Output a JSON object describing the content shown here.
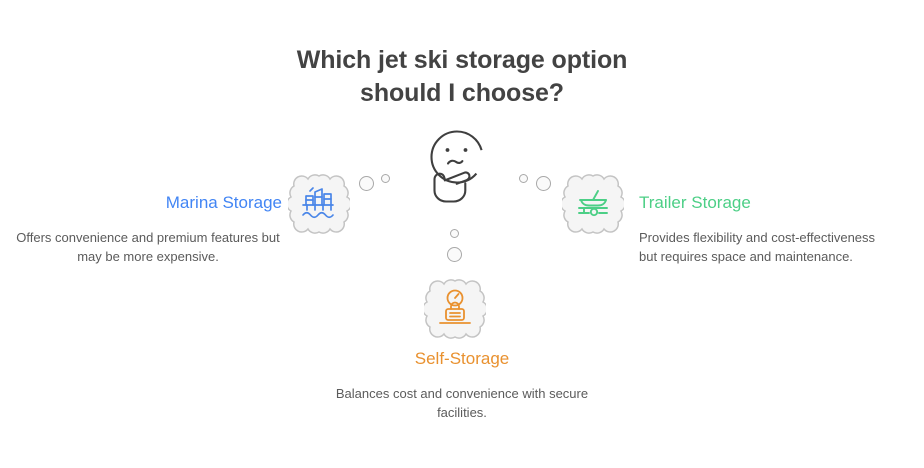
{
  "title": {
    "line1": "Which jet ski storage option",
    "line2": "should I choose?"
  },
  "center": {
    "icon": "thinking-face-icon"
  },
  "colors": {
    "marina": "#4285f4",
    "trailer": "#4ccf86",
    "selfstorage": "#e9912f",
    "title": "#434343",
    "body": "#5b5b5b",
    "bubble_fill": "#f5f5f5",
    "bubble_stroke": "#bdbdbd"
  },
  "options": {
    "marina": {
      "title": "Marina Storage",
      "description": "Offers convenience and premium features but may be more expensive.",
      "icon": "marina-harbor-icon"
    },
    "trailer": {
      "title": "Trailer Storage",
      "description": "Provides flexibility and cost-effectiveness but requires space and maintenance.",
      "icon": "boat-trailer-icon"
    },
    "selfstorage": {
      "title": "Self-Storage",
      "description": "Balances cost and convenience with secure facilities.",
      "icon": "secure-storage-lock-icon"
    }
  }
}
